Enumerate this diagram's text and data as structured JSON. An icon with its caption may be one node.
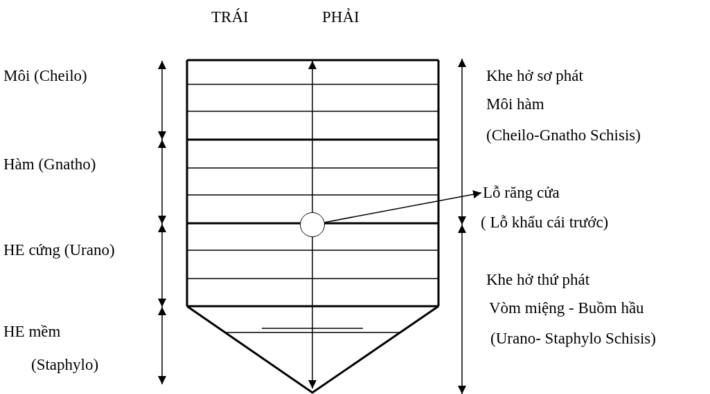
{
  "diagram": {
    "nodes": [
      {
        "text": [],
        "shape": "circle"
      },
      {
        "text": [
          "Lỗ răng cửa",
          "( Lỗ khẩu cái trước)"
        ]
      }
    ],
    "edges": [
      {
        "from": 0,
        "to": 1,
        "arrow": "to"
      }
    ],
    "labels": [
      "TRÁI",
      "PHẢI",
      "Môi (Cheilo)",
      "Khe hở sơ phát",
      "Môi hàm",
      "(Cheilo-Gnatho Schisis)",
      "Hàm (Gnatho)",
      "HE cứng (Urano)",
      "Khe hở thứ phát",
      "Vòm miệng - Buồm hầu",
      "HE mềm",
      "(Urano- Staphylo Schisis)",
      "(Staphylo)"
    ]
  }
}
